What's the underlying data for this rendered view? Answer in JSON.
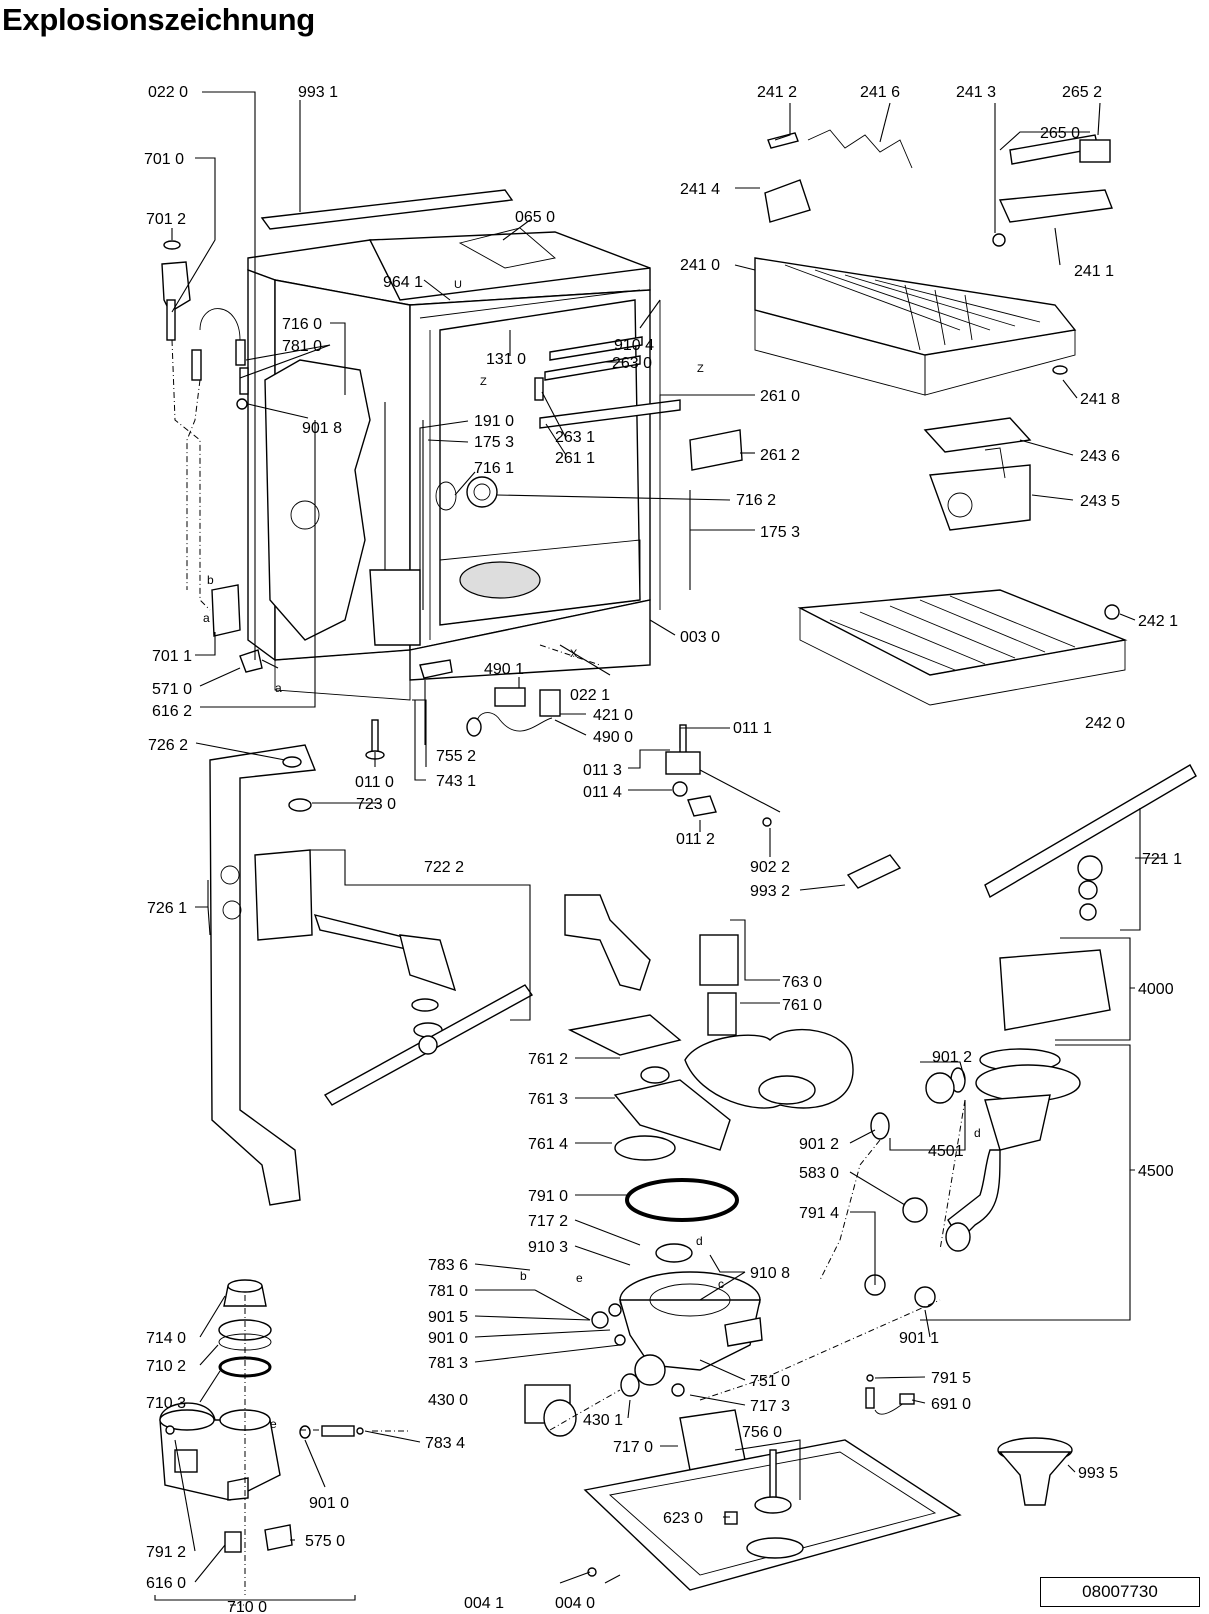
{
  "title": "Explosionszeichnung",
  "document_number": "08007730",
  "letters": [
    "U",
    "Z",
    "Z",
    "X",
    "b",
    "a",
    "a",
    "b",
    "c",
    "d",
    "d",
    "e",
    "e"
  ],
  "labels": [
    "022 0",
    "993 1",
    "701 0",
    "701 2",
    "065 0",
    "964 1",
    "716 0",
    "781 0",
    "910 4",
    "131 0",
    "263 0",
    "901 8",
    "191 0",
    "175 3",
    "716 1",
    "263 1",
    "261 1",
    "261 0",
    "261 2",
    "716 2",
    "175 3",
    "003 0",
    "701 1",
    "571 0",
    "616 2",
    "022 1",
    "490 1",
    "421 0",
    "490 0",
    "011 1",
    "011 3",
    "011 4",
    "011 2",
    "902 2",
    "993 2",
    "726 2",
    "723 0",
    "011 0",
    "755 2",
    "743 1",
    "722 2",
    "726 1",
    "763 0",
    "761 0",
    "761 2",
    "761 3",
    "761 4",
    "791 0",
    "717 2",
    "910 3",
    "910 8",
    "783 6",
    "781 0",
    "901 5",
    "901 0",
    "781 3",
    "751 0",
    "430 0",
    "430 1",
    "717 3",
    "717 0",
    "756 0",
    "623 0",
    "004 1",
    "004 0",
    "714 0",
    "710 2",
    "710 3",
    "783 4",
    "901 0",
    "791 2",
    "575 0",
    "616 0",
    "710 0",
    "241 2",
    "241 6",
    "241 3",
    "265 2",
    "265 0",
    "241 4",
    "241 0",
    "241 1",
    "241 8",
    "243 6",
    "243 5",
    "242 1",
    "242 0",
    "721 1",
    "4000",
    "901 2",
    "4501",
    "901 2",
    "4500",
    "583 0",
    "791 4",
    "901 1",
    "791 5",
    "691 0",
    "993 5"
  ]
}
